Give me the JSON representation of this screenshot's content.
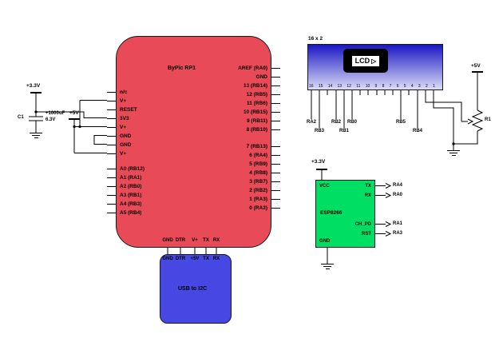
{
  "colors": {
    "chip_red": "#e84a57",
    "usb_blue": "#4747e3",
    "esp_green": "#00df63",
    "lcd_gradient_top": "#1a17c2",
    "lcd_gradient_bottom": "#dcdcf8",
    "wire_black": "#000000",
    "background": "#ffffff"
  },
  "diagram": {
    "rp1": {
      "label": "ByPic RP1",
      "left_pins_power": [
        "n/c",
        "V+",
        "RESET",
        "3V3",
        "V+",
        "GND",
        "GND",
        "V+"
      ],
      "left_pins_analog": [
        "A0 (RB12)",
        "A1 (RA1)",
        "A2 (RB0)",
        "A3 (RB1)",
        "A4 (RB3)",
        "A5 (RB4)"
      ],
      "right_pins_upper": [
        "AREF (RA0)",
        "GND",
        "13 (RB14)",
        "12 (RB5)",
        "11 (RB6)",
        "10 (RB15)",
        "9 (RB11)",
        "8 (RB10)"
      ],
      "right_pins_lower": [
        "7 (RB13)",
        "6 (RA4)",
        "5 (RB9)",
        "4 (RB8)",
        "3 (RB7)",
        "2 (RB2)",
        "1 (RA3)",
        "0 (RA2)"
      ],
      "bottom_pins": [
        "GND",
        "DTR",
        "V+",
        "TX",
        "RX"
      ]
    },
    "usb": {
      "label": "USB to I2C",
      "top_pins": [
        "GND",
        "DTR",
        "+5V",
        "TX",
        "RX"
      ]
    },
    "lcd": {
      "size_label": "16 x 2",
      "glyph_text": "LCD",
      "glyph_arrow": "▷",
      "pin_numbers": [
        "16",
        "15",
        "14",
        "13",
        "12",
        "11",
        "10",
        "9",
        "8",
        "7",
        "6",
        "5",
        "4",
        "3",
        "2",
        "1"
      ],
      "net_labels": [
        "RA2",
        "RB3",
        "RB2",
        "RB1",
        "RB0",
        "RB5",
        "RB4"
      ]
    },
    "esp": {
      "label": "ESP8266",
      "pin_vcc": "VCC",
      "pin_gnd": "GND",
      "pins_right": [
        "TX",
        "RX",
        "CH_PD",
        "RST"
      ],
      "net_labels": [
        "RA4",
        "RA0",
        "RA1",
        "RA3"
      ]
    },
    "power": {
      "v33": "+3.3V",
      "v5": "+5V",
      "cap_ref": "C1",
      "cap_value": "+1000uF",
      "cap_voltage": "6.3V",
      "pot_ref": "R1"
    }
  }
}
